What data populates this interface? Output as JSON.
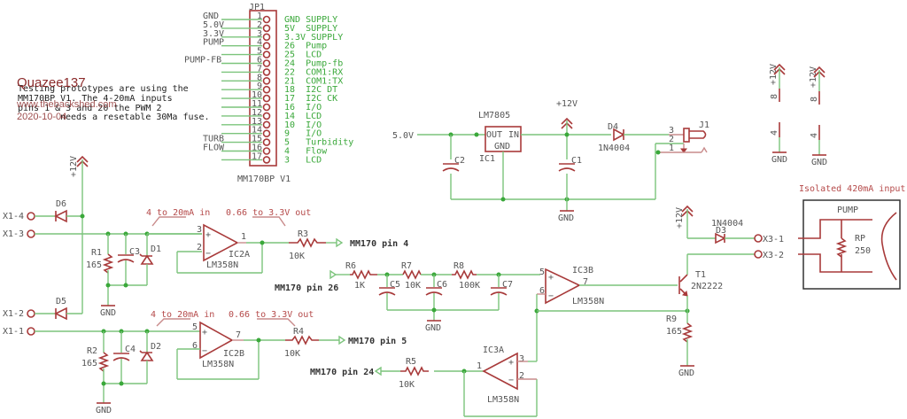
{
  "title_block": {
    "author": "Quazee137",
    "website": "www.thebackshed.com",
    "date": "2020-10-04",
    "note_lines": [
      "Testing prototypes are using the",
      "MM170BP V1. The 4-20mA inputs",
      "pins 1 & 3 and 20 the PWM 2",
      "needs a resetable 30Ma fuse."
    ]
  },
  "header_jp1": {
    "ref": "JP1",
    "name": "MM170BP V1",
    "left_labels": [
      "GND",
      "5.0V",
      "3.3V",
      "PUMP",
      "",
      "PUMP-FB",
      "",
      "",
      "",
      "",
      "",
      "",
      "",
      "",
      "TURB",
      "FLOW",
      ""
    ],
    "pins": [
      "1",
      "2",
      "3",
      "4",
      "5",
      "6",
      "7",
      "8",
      "9",
      "10",
      "11",
      "12",
      "13",
      "14",
      "15",
      "16",
      "17"
    ],
    "functions": [
      "GND SUPPLY",
      "5V  SUPPLY",
      "3.3V SUPPLY",
      "26  Pump",
      "25  LCD",
      "24  Pump-fb",
      "22  COM1:RX",
      "21  COM1:TX",
      "18  I2C DT",
      "17  I2C CK",
      "16  I/O",
      "14  LCD",
      "10  I/O",
      "9   I/O",
      "5   Turbidity",
      "4   Flow",
      "3   LCD"
    ]
  },
  "regulator": {
    "ref": "IC1",
    "part": "LM7805",
    "pin_out": "OUT",
    "pin_in": "IN",
    "pin_gnd": "GND",
    "input_label": "5.0V",
    "c_in": "C2",
    "c_out": "C1",
    "supply": "+12V",
    "gnd": "GND"
  },
  "power_jack": {
    "ref": "J1",
    "pins": [
      "3",
      "2",
      "1"
    ],
    "diode_ref": "D4",
    "diode_part": "1N4004"
  },
  "opamp_power": {
    "supply": "+12V",
    "gnd": "GND",
    "pin_v": "8",
    "pin_g": "4"
  },
  "input1": {
    "terminals": [
      "X1-4",
      "X1-3",
      "X1-2"
    ],
    "diodes": [
      "D6",
      "D5"
    ],
    "supply": "+12V",
    "resistor": {
      "ref": "R1",
      "value": "165"
    },
    "cap": "C3",
    "zener": "D1",
    "gnd": "GND",
    "note_in": "4 to 20mA in",
    "note_out": "0.66 to 3.3V out",
    "opamp": {
      "ref": "IC2A",
      "part": "LM358N",
      "pins": [
        "3",
        "2",
        "1"
      ]
    },
    "out_res": {
      "ref": "R3",
      "value": "10K"
    },
    "dest": "MM170 pin 4"
  },
  "input2": {
    "terminal": "X1-1",
    "resistor": {
      "ref": "R2",
      "value": "165"
    },
    "cap": "C4",
    "zener": "D2",
    "gnd": "GND",
    "note_in": "4 to 20mA in",
    "note_out": "0.66 to 3.3V out",
    "opamp": {
      "ref": "IC2B",
      "part": "LM358N",
      "pins": [
        "5",
        "6",
        "7"
      ]
    },
    "out_res": {
      "ref": "R4",
      "value": "10K"
    },
    "dest": "MM170 pin 5"
  },
  "pwm_filter": {
    "source": "MM170 pin 26",
    "resistors": [
      {
        "ref": "R6",
        "value": "1K"
      },
      {
        "ref": "R7",
        "value": "10K"
      },
      {
        "ref": "R8",
        "value": "100K"
      }
    ],
    "caps": [
      "C5",
      "C6",
      "C7"
    ],
    "gnd": "GND"
  },
  "driver": {
    "opamp": {
      "ref": "IC3B",
      "part": "LM358N",
      "pins": [
        "5",
        "6",
        "7"
      ]
    },
    "transistor": {
      "ref": "T1",
      "part": "2N2222"
    },
    "sense": {
      "ref": "R9",
      "value": "165"
    },
    "gnd": "GND"
  },
  "feedback": {
    "opamp": {
      "ref": "IC3A",
      "part": "LM358N",
      "pins": [
        "3",
        "2",
        "1"
      ]
    },
    "res": {
      "ref": "R5",
      "value": "10K"
    },
    "dest": "MM170 pin 24"
  },
  "pump_output": {
    "supply": "+12V",
    "diode": {
      "ref": "D3",
      "part": "1N4004"
    },
    "terminals": [
      "X3-1",
      "X3-2"
    ],
    "box_title": "Isolated 420mA input",
    "box_label": "PUMP",
    "load": {
      "ref": "RP",
      "value": "250"
    }
  }
}
